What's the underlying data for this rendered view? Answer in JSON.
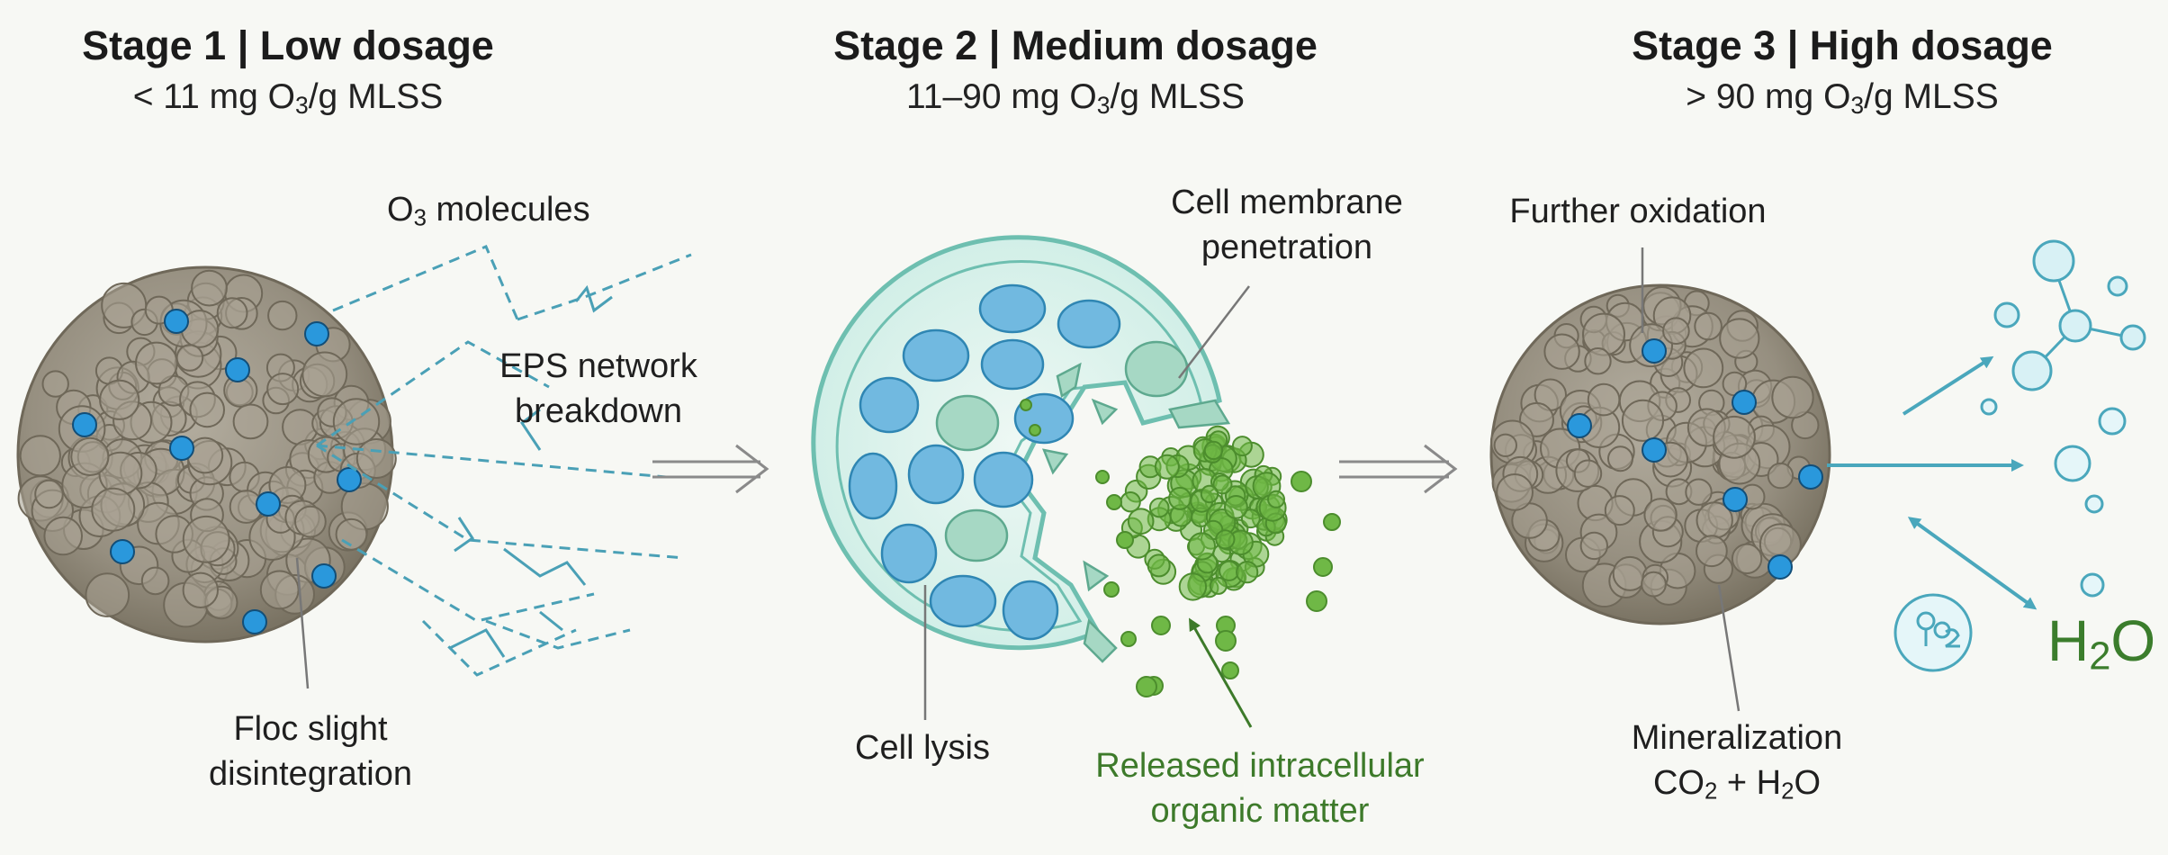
{
  "stages": [
    {
      "title": "Stage 1 | Low dosage",
      "dose_prefix": "< 11 mg O",
      "dose_sub": "3",
      "dose_suffix": "/g MLSS"
    },
    {
      "title": "Stage 2 | Medium dosage",
      "dose_prefix": "11–90 mg O",
      "dose_sub": "3",
      "dose_suffix": "/g MLSS"
    },
    {
      "title": "Stage 3 | High dosage",
      "dose_prefix": "> 90 mg O",
      "dose_sub": "3",
      "dose_suffix": "/g MLSS"
    }
  ],
  "labels": {
    "o3_prefix": "O",
    "o3_sub": "3",
    "o3_suffix": " molecules",
    "eps_line1": "EPS network",
    "eps_line2": "breakdown",
    "floc_line1": "Floc slight",
    "floc_line2": "disintegration",
    "membrane_line1": "Cell membrane",
    "membrane_line2": "penetration",
    "lysis": "Cell lysis",
    "released_line1": "Released intracellular",
    "released_line2": "organic matter",
    "oxidation": "Further oxidation",
    "mineral_line1": "Mineralization",
    "mineral_co": "CO",
    "mineral_co_sub": "2",
    "mineral_plus": " + H",
    "mineral_h_sub": "2",
    "mineral_o": "O",
    "h2o_h": "H",
    "h2o_sub": "2",
    "h2o_o": "O"
  },
  "colors": {
    "floc": "#9c9586",
    "floc_dark": "#6f6859",
    "o3_dot": "#2a98dc",
    "cell_wall": "#6ebfb0",
    "vacuole_blue": "#71b9e0",
    "vacuole_green": "#a6d8c4",
    "organic_green": "#6fb846",
    "arrow_teal": "#4aa7bc",
    "h2o_green": "#3b7d2c"
  }
}
